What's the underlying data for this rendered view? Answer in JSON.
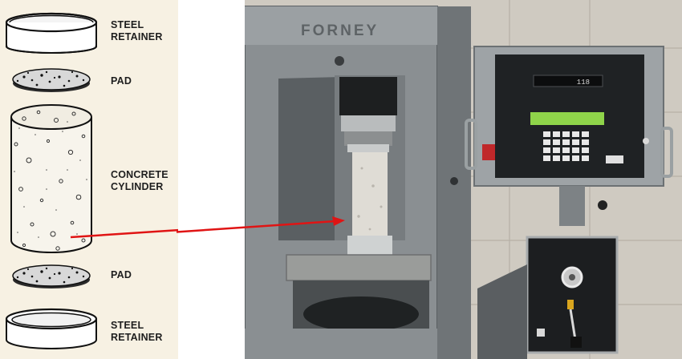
{
  "diagram": {
    "labels": {
      "steel_retainer_top": "STEEL\nRETAINER",
      "pad_top": "PAD",
      "concrete_cylinder": "CONCRETE\nCYLINDER",
      "pad_bottom": "PAD",
      "steel_retainer_bottom": "STEEL\nRETAINER"
    }
  },
  "photo": {
    "machine_brand": "FORNEY",
    "display_readout": "118"
  },
  "colors": {
    "arrow": "#e01414",
    "lcd_green": "#8fd44a",
    "diagram_background": "#f7f1e3"
  }
}
